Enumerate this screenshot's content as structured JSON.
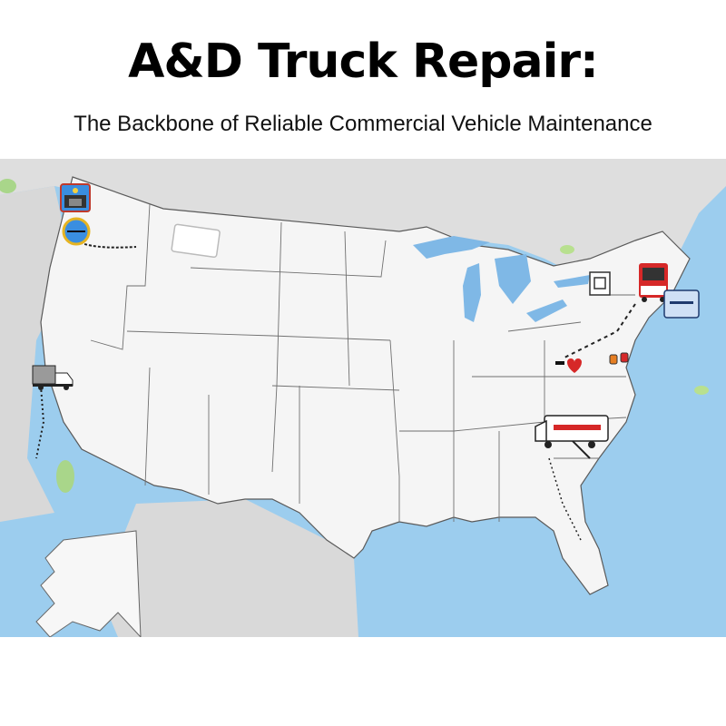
{
  "header": {
    "title": "A&D Truck Repair:",
    "subtitle": "The Backbone of Reliable Commercial Vehicle Maintenance"
  },
  "map": {
    "region": "United States",
    "colors": {
      "ocean": "#9ccdee",
      "land_us": "#f5f5f5",
      "land_neighbor": "#dcdcdc",
      "state_border": "#6e6e6e",
      "lakes": "#7fb8e6",
      "route": "#222222",
      "accent_red": "#d62828",
      "marker_blue": "#3a8ee0"
    },
    "markers": [
      {
        "id": "pacific-northwest-repair-station",
        "icon": "toolbox-icon"
      },
      {
        "id": "pacific-northwest-compass-badge",
        "icon": "compass-icon"
      },
      {
        "id": "california-box-truck",
        "icon": "truck-icon"
      },
      {
        "id": "montana-trailer",
        "icon": "trailer-icon"
      },
      {
        "id": "northeast-red-truck",
        "icon": "fire-truck-icon"
      },
      {
        "id": "northeast-callout",
        "icon": "callout-icon"
      },
      {
        "id": "new-york-badge",
        "icon": "shop-icon"
      },
      {
        "id": "mid-atlantic-pins",
        "icon": "heart-pin-icon"
      },
      {
        "id": "carolina-service-truck",
        "icon": "service-truck-icon"
      }
    ]
  }
}
